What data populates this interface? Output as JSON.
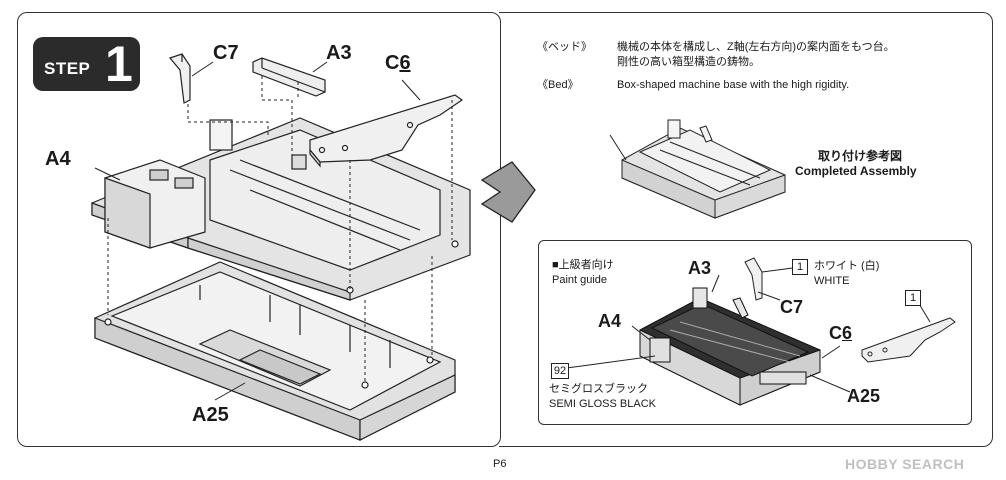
{
  "step": {
    "word": "STEP",
    "number": "1"
  },
  "parts": {
    "c7": "C7",
    "a3": "A3",
    "c6_prefix": "C",
    "c6_num": "6",
    "a4": "A4",
    "a25": "A25"
  },
  "description": {
    "jp_term": "《ベッド》",
    "jp_line1": "機械の本体を構成し、Z軸(左右方向)の案内面をもつ台。",
    "jp_line2": "剛性の高い箱型構造の鋳物。",
    "en_term": "《Bed》",
    "en_text": "Box-shaped machine base with the high rigidity."
  },
  "completed": {
    "jp": "取り付け参考図",
    "en": "Completed Assembly"
  },
  "paint_guide": {
    "jp": "■上級者向け",
    "en": "Paint guide",
    "white_num": "1",
    "white_jp": "ホワイト (白)",
    "white_en": "WHITE",
    "black_num": "92",
    "black_jp": "セミグロスブラック",
    "black_en": "SEMI GLOSS BLACK",
    "c6_num": "1",
    "labels": {
      "a3": "A3",
      "c7": "C7",
      "a4": "A4",
      "c6_prefix": "C",
      "c6_num": "6",
      "a25": "A25"
    }
  },
  "page_number": "P6",
  "watermark": "HOBBY SEARCH"
}
